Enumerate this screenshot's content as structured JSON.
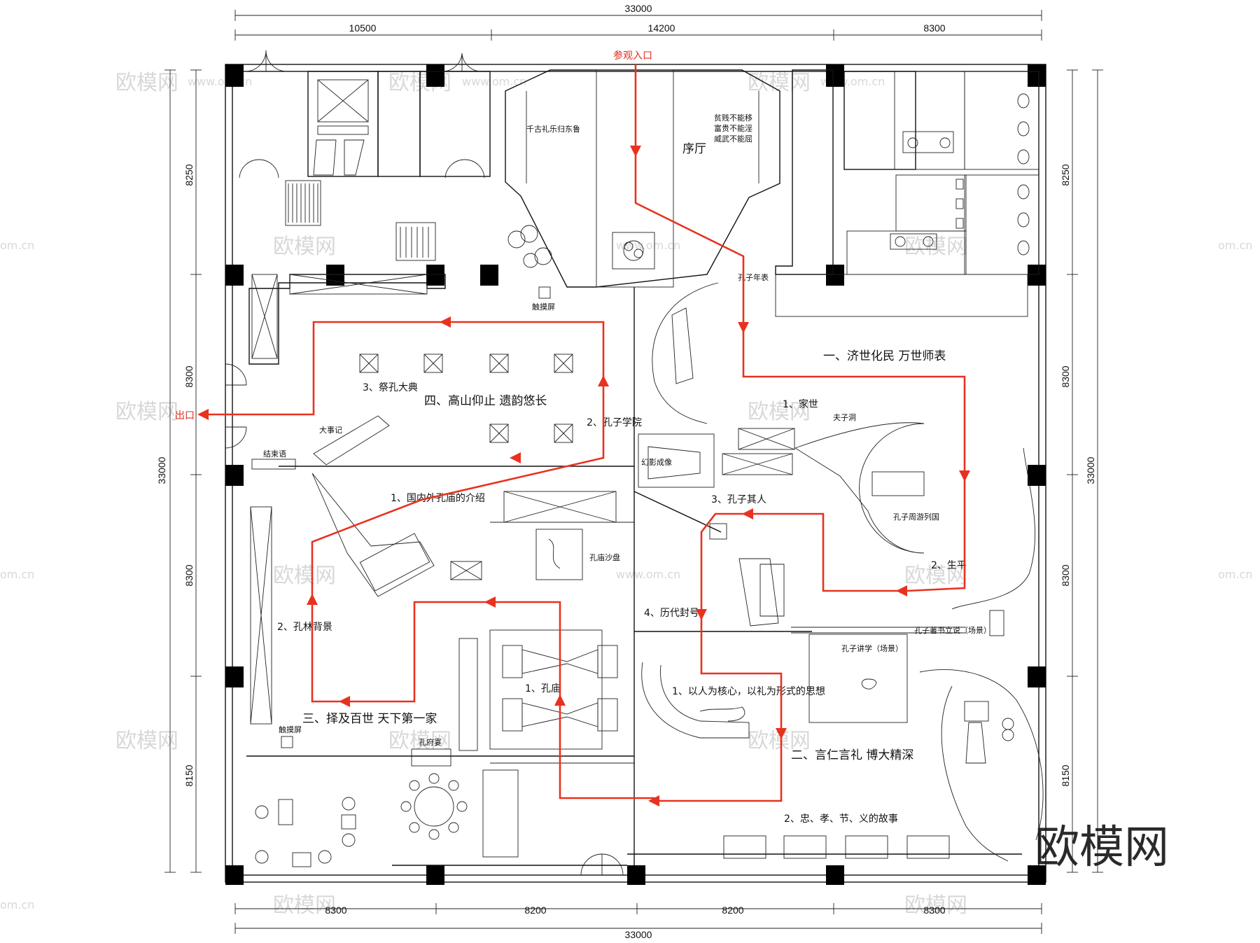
{
  "dimensions": {
    "top_total": "33000",
    "top_segments": [
      "10500",
      "14200",
      "8300"
    ],
    "bottom_total": "33000",
    "bottom_segments": [
      "8300",
      "8200",
      "8200",
      "8300"
    ],
    "left_total": "33000",
    "left_segments": [
      "8250",
      "8300",
      "8300",
      "8150"
    ],
    "right_total": "33000",
    "right_segments": [
      "8250",
      "8300",
      "8300",
      "8150"
    ]
  },
  "route": {
    "entrance": "参观入口",
    "exit": "出口"
  },
  "zones": {
    "zone1": "一、济世化民  万世师表",
    "zone2": "二、言仁言礼  博大精深",
    "zone3": "三、择及百世  天下第一家",
    "zone4": "四、高山仰止  遗韵悠长"
  },
  "labels": {
    "prelude_hall": "序厅",
    "prelude_text": "千古礼乐归东鲁",
    "couplet_1": "贫贱不能移",
    "couplet_2": "富贵不能淫",
    "couplet_3": "威武不能屈",
    "touch_screen_top": "触摸屏",
    "confucius_table": "孔子年表",
    "family": "1、家世",
    "master_cave": "夫子洞",
    "travel_map": "孔子周游列国",
    "life": "2、生平",
    "person": "3、孔子其人",
    "titles": "4、历代封号",
    "writing_scene": "孔子著书立说（场景）",
    "lecture_scene": "孔子讲学（场景）",
    "core_thought": "1、以人为核心，以礼为形式的思想",
    "stories": "2、忠、孝、节、义的故事",
    "temple": "1、孔庙",
    "forest_bg": "2、孔林背景",
    "mansion_banquet": "孔府宴",
    "touch_screen_bottom": "触摸屏",
    "temple_intro": "1、国内外孔庙的介绍",
    "academy": "2、孔子学院",
    "worship": "3、祭孔大典",
    "chronicle": "大事记",
    "epilogue": "结束语",
    "phantom": "幻影成像",
    "sand_table": "孔庙沙盘"
  },
  "watermarks": {
    "brand": "欧模网",
    "domain": "www.om.cn",
    "corner": "欧模网",
    "edge": "om.cn"
  },
  "colors": {
    "route": "#e8321f",
    "wall": "#111111",
    "watermark": "#d8d8d8"
  }
}
